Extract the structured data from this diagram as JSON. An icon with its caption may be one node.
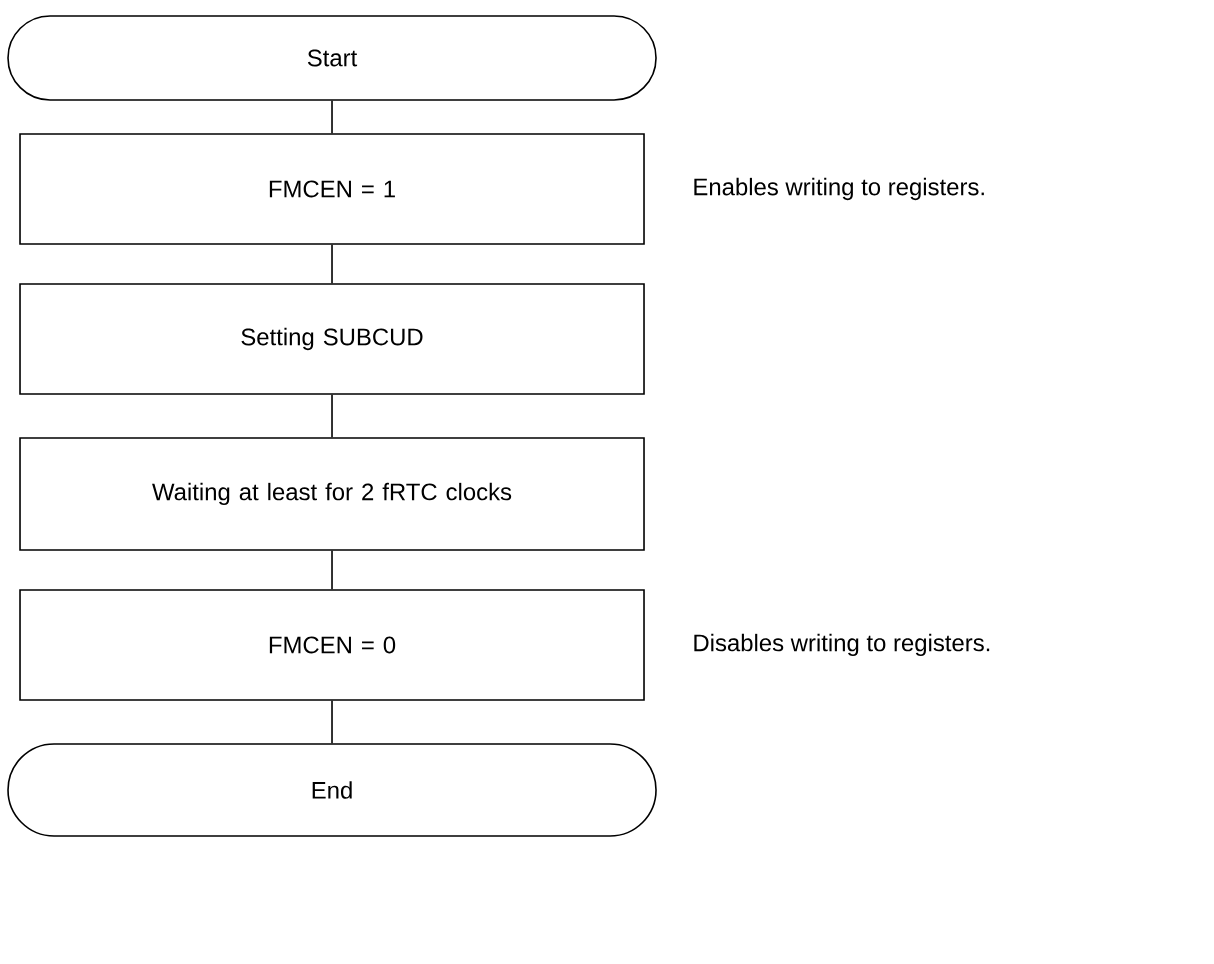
{
  "diagram": {
    "nodes": [
      {
        "text": [
          "Start"
        ]
      },
      {
        "text": [
          "FMCEN = 1"
        ],
        "beside": [
          "Enables writing to registers."
        ]
      },
      {
        "text": [
          "Setting SUBCUD"
        ]
      },
      {
        "text": [
          "Waiting at least for 2 fRTC clocks"
        ]
      },
      {
        "text": [
          "FMCEN = 0"
        ],
        "beside": [
          "Disables writing to registers."
        ]
      },
      {
        "text": [
          "End"
        ]
      }
    ],
    "edges": [
      {
        "from": 0,
        "to": 1,
        "arrow": "none"
      },
      {
        "from": 1,
        "to": 2,
        "arrow": "none"
      },
      {
        "from": 2,
        "to": 3,
        "arrow": "none"
      },
      {
        "from": 3,
        "to": 4,
        "arrow": "none"
      },
      {
        "from": 4,
        "to": 5,
        "arrow": "none"
      }
    ]
  }
}
